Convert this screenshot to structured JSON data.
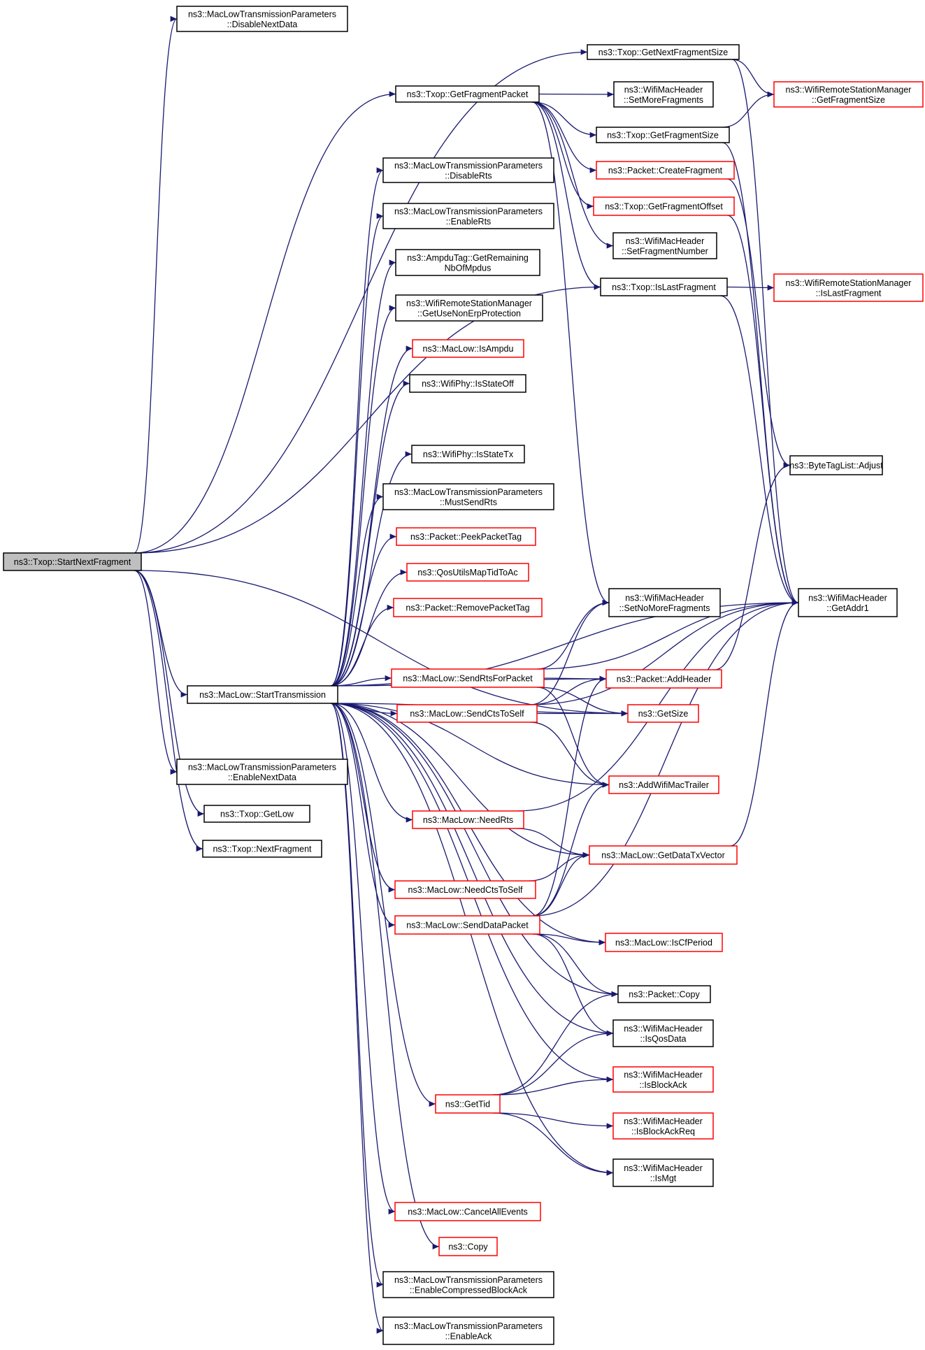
{
  "graph": {
    "colors": {
      "edge": "#191970",
      "box_plain": "#000000",
      "box_linked": "#ff0000",
      "root_fill": "#bfbfbf"
    },
    "nodes": [
      {
        "id": "root",
        "lines": [
          "ns3::Txop::StartNextFragment"
        ],
        "style": "root"
      },
      {
        "id": "disableNextData",
        "lines": [
          "ns3::MacLowTransmissionParameters",
          "::DisableNextData"
        ],
        "style": "black"
      },
      {
        "id": "getNextFragmentSize",
        "lines": [
          "ns3::Txop::GetNextFragmentSize"
        ],
        "style": "black"
      },
      {
        "id": "getFragmentPacket",
        "lines": [
          "ns3::Txop::GetFragmentPacket"
        ],
        "style": "black"
      },
      {
        "id": "setMoreFragments",
        "lines": [
          "ns3::WifiMacHeader",
          "::SetMoreFragments"
        ],
        "style": "black"
      },
      {
        "id": "wrsmGetFragmentSize",
        "lines": [
          "ns3::WifiRemoteStationManager",
          "::GetFragmentSize"
        ],
        "style": "red"
      },
      {
        "id": "getFragmentSize",
        "lines": [
          "ns3::Txop::GetFragmentSize"
        ],
        "style": "black"
      },
      {
        "id": "disableRts",
        "lines": [
          "ns3::MacLowTransmissionParameters",
          "::DisableRts"
        ],
        "style": "black"
      },
      {
        "id": "createFragment",
        "lines": [
          "ns3::Packet::CreateFragment"
        ],
        "style": "red"
      },
      {
        "id": "getFragmentOffset",
        "lines": [
          "ns3::Txop::GetFragmentOffset"
        ],
        "style": "red"
      },
      {
        "id": "enableRts",
        "lines": [
          "ns3::MacLowTransmissionParameters",
          "::EnableRts"
        ],
        "style": "black"
      },
      {
        "id": "setFragmentNumber",
        "lines": [
          "ns3::WifiMacHeader",
          "::SetFragmentNumber"
        ],
        "style": "black"
      },
      {
        "id": "ampduRemaining",
        "lines": [
          "ns3::AmpduTag::GetRemaining",
          "NbOfMpdus"
        ],
        "style": "black"
      },
      {
        "id": "isLastFragment",
        "lines": [
          "ns3::Txop::IsLastFragment"
        ],
        "style": "black"
      },
      {
        "id": "wrsmIsLastFragment",
        "lines": [
          "ns3::WifiRemoteStationManager",
          "::IsLastFragment"
        ],
        "style": "red"
      },
      {
        "id": "getUseNonErp",
        "lines": [
          "ns3::WifiRemoteStationManager",
          "::GetUseNonErpProtection"
        ],
        "style": "black"
      },
      {
        "id": "isAmpdu",
        "lines": [
          "ns3::MacLow::IsAmpdu"
        ],
        "style": "red"
      },
      {
        "id": "isStateOff",
        "lines": [
          "ns3::WifiPhy::IsStateOff"
        ],
        "style": "black"
      },
      {
        "id": "isStateTx",
        "lines": [
          "ns3::WifiPhy::IsStateTx"
        ],
        "style": "black"
      },
      {
        "id": "byteTagAdjust",
        "lines": [
          "ns3::ByteTagList::Adjust"
        ],
        "style": "black"
      },
      {
        "id": "mustSendRts",
        "lines": [
          "ns3::MacLowTransmissionParameters",
          "::MustSendRts"
        ],
        "style": "black"
      },
      {
        "id": "peekPacketTag",
        "lines": [
          "ns3::Packet::PeekPacketTag"
        ],
        "style": "red"
      },
      {
        "id": "qosMapTid",
        "lines": [
          "ns3::QosUtilsMapTidToAc"
        ],
        "style": "red"
      },
      {
        "id": "setNoMoreFragments",
        "lines": [
          "ns3::WifiMacHeader",
          "::SetNoMoreFragments"
        ],
        "style": "black"
      },
      {
        "id": "getAddr1",
        "lines": [
          "ns3::WifiMacHeader",
          "::GetAddr1"
        ],
        "style": "black"
      },
      {
        "id": "removePacketTag",
        "lines": [
          "ns3::Packet::RemovePacketTag"
        ],
        "style": "red"
      },
      {
        "id": "startTransmission",
        "lines": [
          "ns3::MacLow::StartTransmission"
        ],
        "style": "black"
      },
      {
        "id": "sendRtsForPacket",
        "lines": [
          "ns3::MacLow::SendRtsForPacket"
        ],
        "style": "red"
      },
      {
        "id": "addHeader",
        "lines": [
          "ns3::Packet::AddHeader"
        ],
        "style": "red"
      },
      {
        "id": "sendCtsToSelf",
        "lines": [
          "ns3::MacLow::SendCtsToSelf"
        ],
        "style": "red"
      },
      {
        "id": "getSize",
        "lines": [
          "ns3::GetSize"
        ],
        "style": "red"
      },
      {
        "id": "enableNextData",
        "lines": [
          "ns3::MacLowTransmissionParameters",
          "::EnableNextData"
        ],
        "style": "black"
      },
      {
        "id": "addWifiMacTrailer",
        "lines": [
          "ns3::AddWifiMacTrailer"
        ],
        "style": "red"
      },
      {
        "id": "txopGetLow",
        "lines": [
          "ns3::Txop::GetLow"
        ],
        "style": "black"
      },
      {
        "id": "needRts",
        "lines": [
          "ns3::MacLow::NeedRts"
        ],
        "style": "red"
      },
      {
        "id": "nextFragment",
        "lines": [
          "ns3::Txop::NextFragment"
        ],
        "style": "black"
      },
      {
        "id": "getDataTxVector",
        "lines": [
          "ns3::MacLow::GetDataTxVector"
        ],
        "style": "red"
      },
      {
        "id": "needCtsToSelf",
        "lines": [
          "ns3::MacLow::NeedCtsToSelf"
        ],
        "style": "red"
      },
      {
        "id": "sendDataPacket",
        "lines": [
          "ns3::MacLow::SendDataPacket"
        ],
        "style": "red"
      },
      {
        "id": "isCfPeriod",
        "lines": [
          "ns3::MacLow::IsCfPeriod"
        ],
        "style": "red"
      },
      {
        "id": "packetCopy",
        "lines": [
          "ns3::Packet::Copy"
        ],
        "style": "black"
      },
      {
        "id": "isQosData",
        "lines": [
          "ns3::WifiMacHeader",
          "::IsQosData"
        ],
        "style": "black"
      },
      {
        "id": "isBlockAck",
        "lines": [
          "ns3::WifiMacHeader",
          "::IsBlockAck"
        ],
        "style": "red"
      },
      {
        "id": "getTid",
        "lines": [
          "ns3::GetTid"
        ],
        "style": "red"
      },
      {
        "id": "isBlockAckReq",
        "lines": [
          "ns3::WifiMacHeader",
          "::IsBlockAckReq"
        ],
        "style": "red"
      },
      {
        "id": "isMgt",
        "lines": [
          "ns3::WifiMacHeader",
          "::IsMgt"
        ],
        "style": "black"
      },
      {
        "id": "cancelAllEvents",
        "lines": [
          "ns3::MacLow::CancelAllEvents"
        ],
        "style": "red"
      },
      {
        "id": "copy",
        "lines": [
          "ns3::Copy"
        ],
        "style": "red"
      },
      {
        "id": "enableCompressedBlockAck",
        "lines": [
          "ns3::MacLowTransmissionParameters",
          "::EnableCompressedBlockAck"
        ],
        "style": "black"
      },
      {
        "id": "enableAck",
        "lines": [
          "ns3::MacLowTransmissionParameters",
          "::EnableAck"
        ],
        "style": "black"
      }
    ],
    "edges": [
      [
        "root",
        "disableNextData"
      ],
      [
        "root",
        "getNextFragmentSize"
      ],
      [
        "root",
        "getFragmentPacket"
      ],
      [
        "root",
        "isLastFragment"
      ],
      [
        "root",
        "startTransmission"
      ],
      [
        "root",
        "enableNextData"
      ],
      [
        "root",
        "txopGetLow"
      ],
      [
        "root",
        "nextFragment"
      ],
      [
        "root",
        "getSize"
      ],
      [
        "getNextFragmentSize",
        "wrsmGetFragmentSize"
      ],
      [
        "getNextFragmentSize",
        "getAddr1"
      ],
      [
        "getFragmentPacket",
        "setMoreFragments"
      ],
      [
        "getFragmentPacket",
        "getFragmentSize"
      ],
      [
        "getFragmentPacket",
        "createFragment"
      ],
      [
        "getFragmentPacket",
        "getFragmentOffset"
      ],
      [
        "getFragmentPacket",
        "setFragmentNumber"
      ],
      [
        "getFragmentPacket",
        "isLastFragment"
      ],
      [
        "getFragmentPacket",
        "setNoMoreFragments"
      ],
      [
        "getFragmentSize",
        "wrsmGetFragmentSize"
      ],
      [
        "getFragmentSize",
        "getAddr1"
      ],
      [
        "createFragment",
        "byteTagAdjust"
      ],
      [
        "getFragmentOffset",
        "getAddr1"
      ],
      [
        "isLastFragment",
        "wrsmIsLastFragment"
      ],
      [
        "isLastFragment",
        "getAddr1"
      ],
      [
        "startTransmission",
        "disableRts"
      ],
      [
        "startTransmission",
        "enableRts"
      ],
      [
        "startTransmission",
        "ampduRemaining"
      ],
      [
        "startTransmission",
        "getUseNonErp"
      ],
      [
        "startTransmission",
        "isAmpdu"
      ],
      [
        "startTransmission",
        "isStateOff"
      ],
      [
        "startTransmission",
        "isStateTx"
      ],
      [
        "startTransmission",
        "mustSendRts"
      ],
      [
        "startTransmission",
        "peekPacketTag"
      ],
      [
        "startTransmission",
        "qosMapTid"
      ],
      [
        "startTransmission",
        "removePacketTag"
      ],
      [
        "startTransmission",
        "addHeader"
      ],
      [
        "startTransmission",
        "getAddr1"
      ],
      [
        "startTransmission",
        "sendRtsForPacket"
      ],
      [
        "startTransmission",
        "sendCtsToSelf"
      ],
      [
        "startTransmission",
        "getSize"
      ],
      [
        "startTransmission",
        "addWifiMacTrailer"
      ],
      [
        "startTransmission",
        "needRts"
      ],
      [
        "startTransmission",
        "getDataTxVector"
      ],
      [
        "startTransmission",
        "needCtsToSelf"
      ],
      [
        "startTransmission",
        "sendDataPacket"
      ],
      [
        "startTransmission",
        "isCfPeriod"
      ],
      [
        "startTransmission",
        "packetCopy"
      ],
      [
        "startTransmission",
        "isQosData"
      ],
      [
        "startTransmission",
        "isBlockAck"
      ],
      [
        "startTransmission",
        "getTid"
      ],
      [
        "startTransmission",
        "isMgt"
      ],
      [
        "startTransmission",
        "cancelAllEvents"
      ],
      [
        "startTransmission",
        "copy"
      ],
      [
        "startTransmission",
        "enableCompressedBlockAck"
      ],
      [
        "startTransmission",
        "enableAck"
      ],
      [
        "sendRtsForPacket",
        "setNoMoreFragments"
      ],
      [
        "sendRtsForPacket",
        "getAddr1"
      ],
      [
        "sendRtsForPacket",
        "addHeader"
      ],
      [
        "sendRtsForPacket",
        "getSize"
      ],
      [
        "sendRtsForPacket",
        "addWifiMacTrailer"
      ],
      [
        "sendCtsToSelf",
        "setNoMoreFragments"
      ],
      [
        "sendCtsToSelf",
        "addHeader"
      ],
      [
        "sendCtsToSelf",
        "getSize"
      ],
      [
        "sendCtsToSelf",
        "addWifiMacTrailer"
      ],
      [
        "sendCtsToSelf",
        "getAddr1"
      ],
      [
        "addHeader",
        "byteTagAdjust"
      ],
      [
        "needRts",
        "getAddr1"
      ],
      [
        "needRts",
        "getDataTxVector"
      ],
      [
        "getDataTxVector",
        "getAddr1"
      ],
      [
        "needCtsToSelf",
        "getDataTxVector"
      ],
      [
        "sendDataPacket",
        "getDataTxVector"
      ],
      [
        "sendDataPacket",
        "addHeader"
      ],
      [
        "sendDataPacket",
        "addWifiMacTrailer"
      ],
      [
        "sendDataPacket",
        "getAddr1"
      ],
      [
        "sendDataPacket",
        "isCfPeriod"
      ],
      [
        "sendDataPacket",
        "packetCopy"
      ],
      [
        "sendDataPacket",
        "isQosData"
      ],
      [
        "getTid",
        "packetCopy"
      ],
      [
        "getTid",
        "isQosData"
      ],
      [
        "getTid",
        "isBlockAck"
      ],
      [
        "getTid",
        "isBlockAckReq"
      ],
      [
        "getTid",
        "isMgt"
      ]
    ]
  }
}
